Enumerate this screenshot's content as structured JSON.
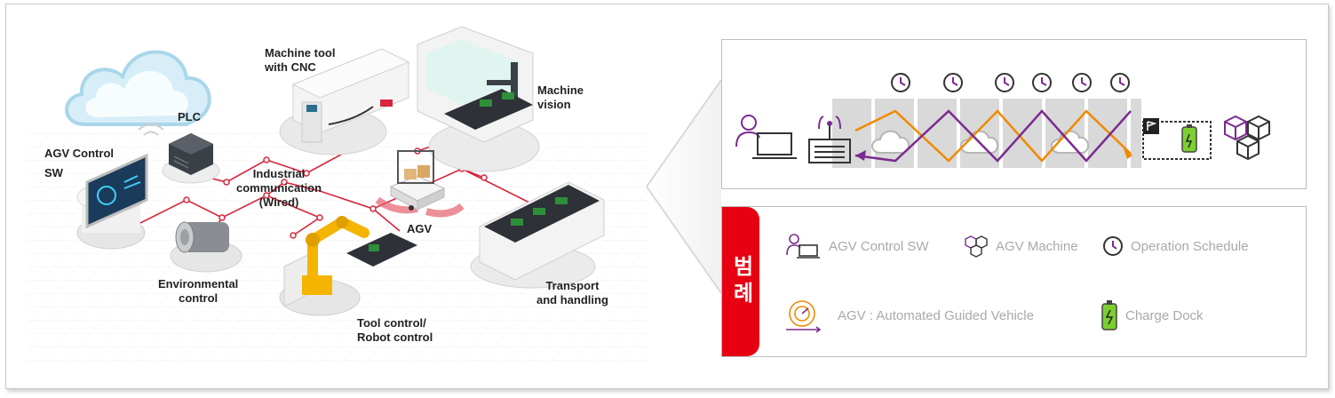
{
  "factory": {
    "labels": {
      "agv_control": "AGV Control\nSW",
      "plc": "PLC",
      "machine_tool": "Machine tool\nwith CNC",
      "machine_vision": "Machine\nvision",
      "industrial_comm": "Industrial\ncommunication\n(Wired)",
      "agv": "AGV",
      "environmental": "Environmental\ncontrol",
      "tool_control": "Tool control/\nRobot control",
      "transport": "Transport\nand handling"
    }
  },
  "top_panel": {
    "icons": [
      "user-laptop-icon",
      "router-icon",
      "cloud-icon",
      "flag-icon",
      "charge-dock-icon",
      "cubes-icon",
      "clock-icon"
    ],
    "colors": {
      "purple": "#7b2b8f",
      "orange": "#f08a00",
      "gray": "#d9d9d9"
    }
  },
  "legend": {
    "tab_label": "범례",
    "items": {
      "agv_control_sw": "AGV Control SW",
      "agv_machine": "AGV Machine",
      "operation_schedule": "Operation Schedule",
      "agv_full": "AGV : Automated Guided Vehicle",
      "charge_dock": "Charge Dock"
    },
    "colors": {
      "tab": "#e60012",
      "text": "#a9a9a9"
    }
  }
}
